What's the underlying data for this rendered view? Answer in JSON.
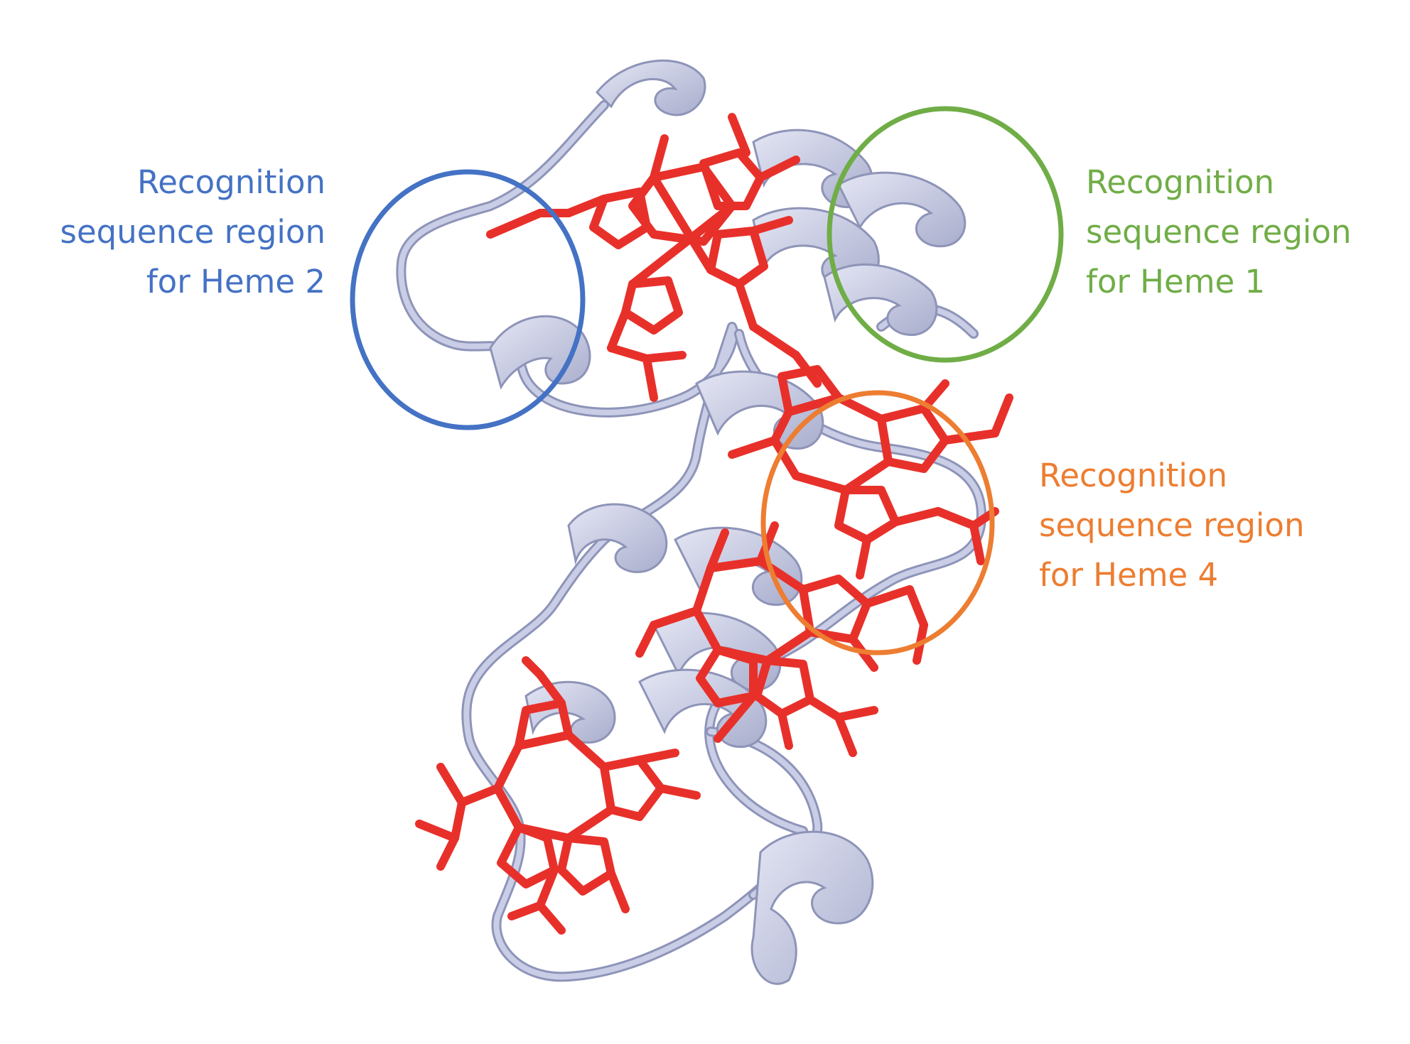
{
  "colors": {
    "heme2_region": "#4472c4",
    "heme1_region": "#70ad47",
    "heme4_region": "#ed7d31",
    "ribbon": "#c8cce6",
    "ribbon_shade": "#9da3c4",
    "heme": "#e8302a"
  },
  "annotations": [
    {
      "id": "heme2",
      "lines": [
        "Recognition",
        "sequence region",
        "for Heme 2"
      ]
    },
    {
      "id": "heme1",
      "lines": [
        "Recognition",
        "sequence region",
        "for Heme 1"
      ]
    },
    {
      "id": "heme4",
      "lines": [
        "Recognition",
        "sequence region",
        "for Heme 4"
      ]
    }
  ]
}
